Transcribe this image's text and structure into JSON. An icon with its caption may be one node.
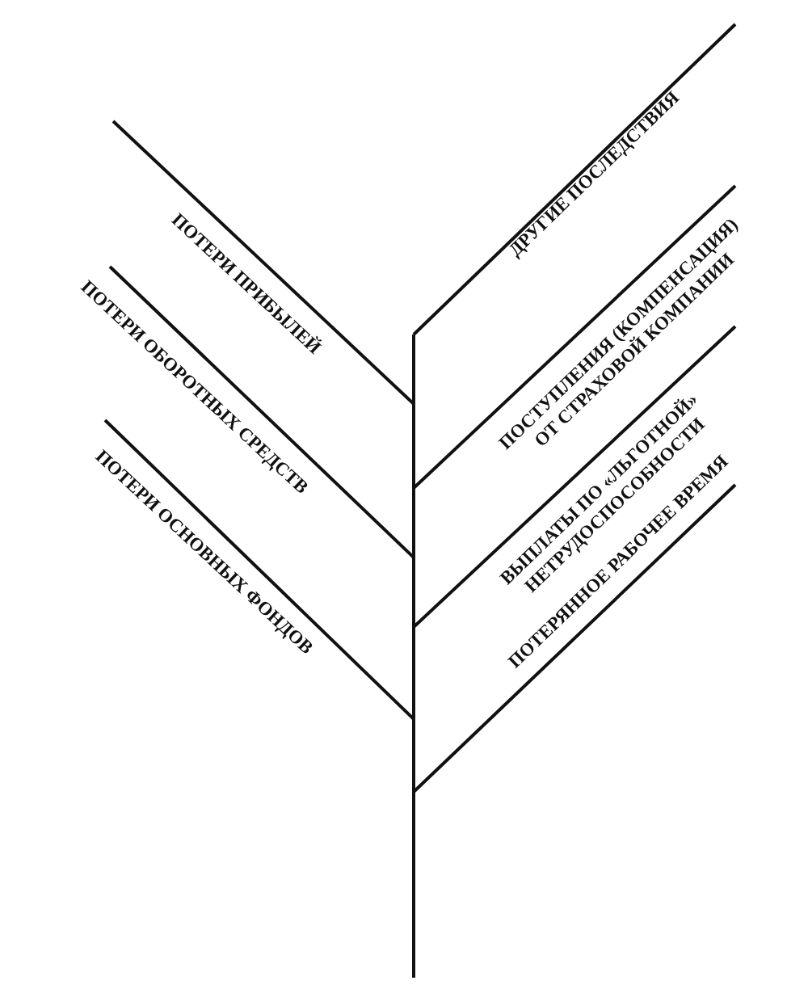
{
  "diagram": {
    "labels": [
      "ПОТЕРИ ПРИБЫЛЕЙ",
      "ПОТЕРИ ОБОРОТНЫХ СРЕДСТВ",
      "ПОТЕРИ ОСНОВНЫХ ФОНДОВ",
      "ДРУГИЕ ПОСЛЕДСТВИЯ",
      "ПОСТУПЛЕНИЯ (КОМПЕНСАЦИЯ) ОТ СТРАХОВОЙ КОМПАНИИ",
      "ВЫПЛАТЫ ПО «ЛЬГОТНОЙ» НЕТРУДОСПОСОБНОСТИ",
      "ПОТЕРЯННОЕ РАБОЧЕЕ ВРЕМЯ"
    ]
  }
}
